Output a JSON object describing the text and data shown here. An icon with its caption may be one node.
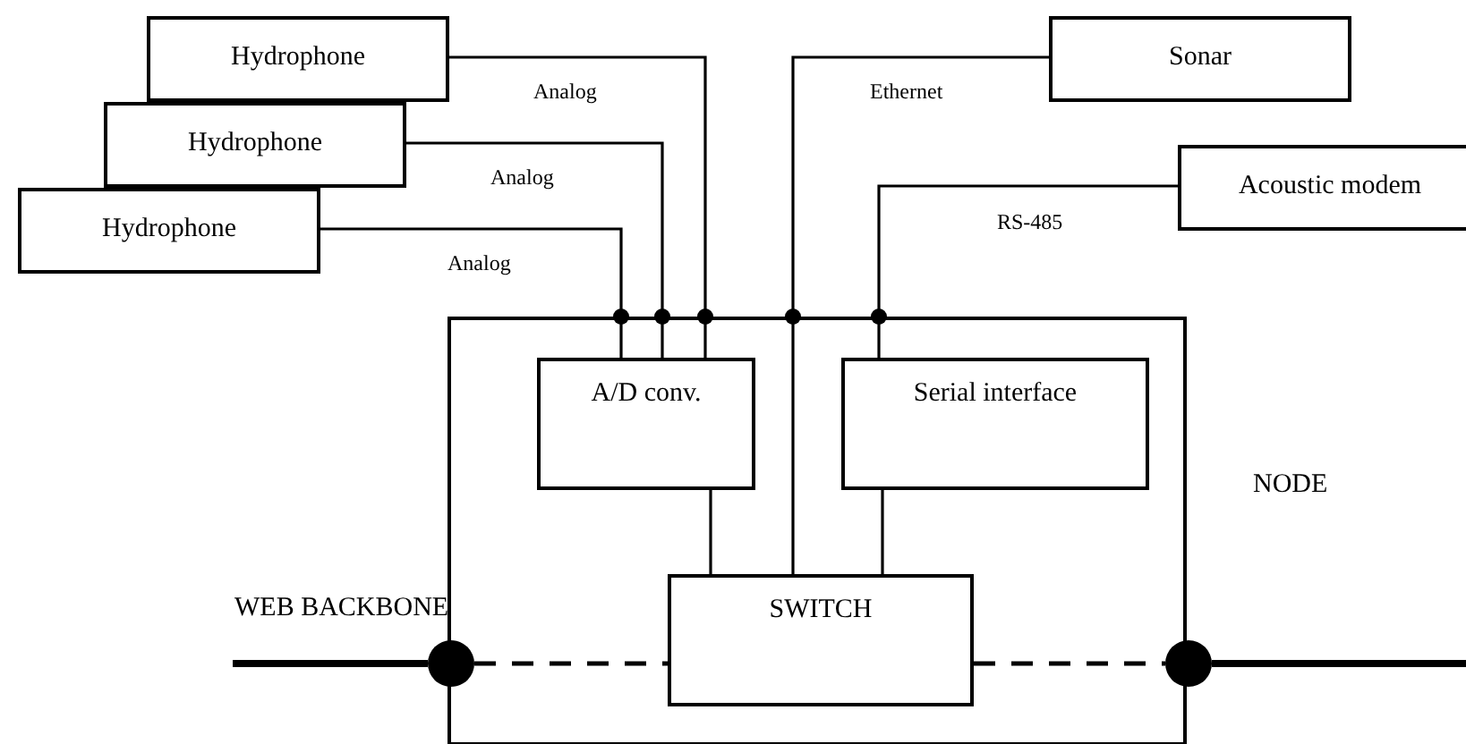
{
  "diagram": {
    "nodes": [
      {
        "text": [
          "NODE"
        ]
      },
      {
        "text": [
          "Hydrophone"
        ]
      },
      {
        "text": [
          "Hydrophone"
        ]
      },
      {
        "text": [
          "Hydrophone"
        ]
      },
      {
        "text": [
          "Sonar"
        ]
      },
      {
        "text": [
          "Acoustic modem"
        ]
      },
      {
        "text": [
          "A/D conv."
        ],
        "in": 0
      },
      {
        "text": [
          "Serial interface"
        ],
        "in": 0
      },
      {
        "text": [
          "SWITCH"
        ],
        "in": 0
      },
      {
        "text": [],
        "shape": "circle"
      },
      {
        "text": [],
        "shape": "circle"
      }
    ],
    "edges": [
      {
        "from": 1,
        "to": 6,
        "arrow": "none",
        "label": "Analog"
      },
      {
        "from": 2,
        "to": 6,
        "arrow": "none",
        "label": "Analog"
      },
      {
        "from": 3,
        "to": 6,
        "arrow": "none",
        "label": "Analog"
      },
      {
        "from": 4,
        "to": 8,
        "arrow": "none",
        "label": "Ethernet"
      },
      {
        "from": 5,
        "to": 7,
        "arrow": "none",
        "label": "RS-485"
      },
      {
        "from": 6,
        "to": 8,
        "arrow": "none"
      },
      {
        "from": 7,
        "to": 8,
        "arrow": "none"
      },
      {
        "from": 9,
        "to": 8,
        "arrow": "none",
        "style": "dashed"
      },
      {
        "from": 8,
        "to": 10,
        "arrow": "none",
        "style": "dashed"
      },
      {
        "from": null,
        "to": 9,
        "arrow": "none",
        "style": "thick"
      },
      {
        "from": 10,
        "to": null,
        "arrow": "none",
        "style": "thick"
      }
    ],
    "labels": [
      "WEB BACKBONE"
    ]
  }
}
